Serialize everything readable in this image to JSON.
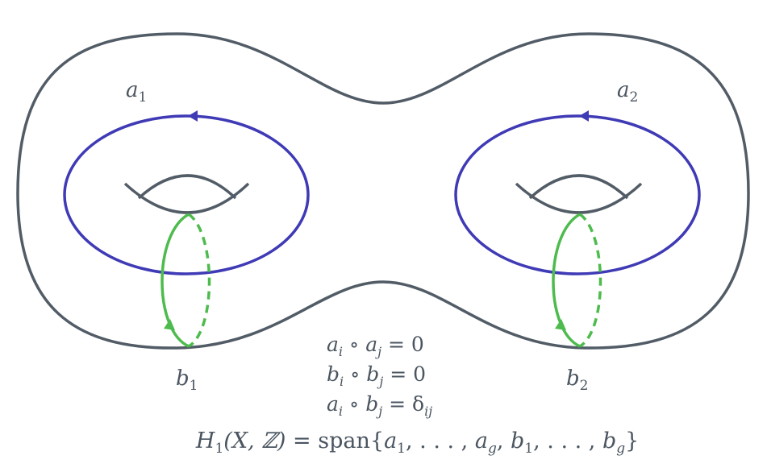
{
  "colors": {
    "surface": "#525c66",
    "a_cycle": "#3f3ab5",
    "b_cycle": "#4dbb4d",
    "text": "#4a5560"
  },
  "labels": {
    "a1": {
      "base": "a",
      "sub": "1"
    },
    "a2": {
      "base": "a",
      "sub": "2"
    },
    "b1": {
      "base": "b",
      "sub": "1"
    },
    "b2": {
      "base": "b",
      "sub": "2"
    }
  },
  "equations": {
    "eq1": {
      "l": "a",
      "li": "i",
      "op": " ∘ ",
      "r": "a",
      "ri": "j",
      "rhs": " = 0"
    },
    "eq2": {
      "l": "b",
      "li": "i",
      "op": " ∘ ",
      "r": "b",
      "ri": "j",
      "rhs": " = 0"
    },
    "eq3": {
      "l": "a",
      "li": "i",
      "op": " ∘ ",
      "r": "b",
      "ri": "j",
      "rhs": " = δ",
      "rhs_sub": "ij"
    },
    "homology": {
      "h": "H",
      "h_sub": "1",
      "args": "(X, ℤ) = ",
      "span": "span{",
      "a": "a",
      "a1": "1",
      "sep1": ", . . . , ",
      "ag": "g",
      "comma": ", ",
      "b": "b",
      "b1": "1",
      "sep2": ", . . . , ",
      "bg": "g",
      "close": "}"
    }
  }
}
